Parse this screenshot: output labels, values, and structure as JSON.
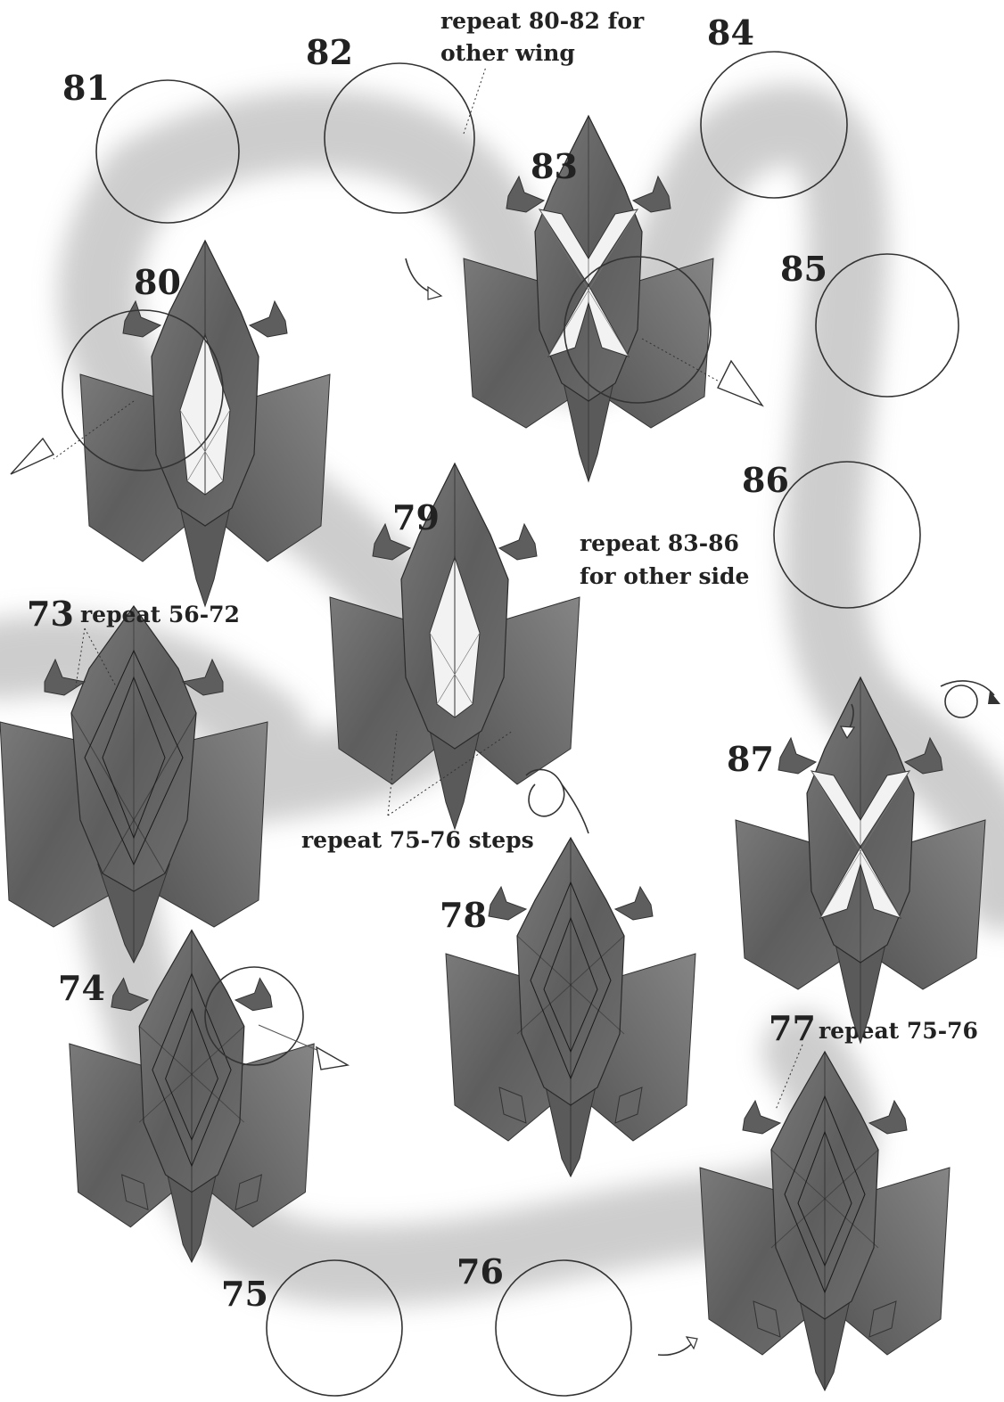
{
  "steps": {
    "s73": "73",
    "s74": "74",
    "s75": "75",
    "s76": "76",
    "s77": "77",
    "s78": "78",
    "s79": "79",
    "s80": "80",
    "s81": "81",
    "s82": "82",
    "s83": "83",
    "s84": "84",
    "s85": "85",
    "s86": "86",
    "s87": "87"
  },
  "instructions": {
    "repeat_56_72": "repeat 56-72",
    "repeat_75_76_steps": "repeat 75-76 steps",
    "repeat_75_76": "repeat 75-76",
    "repeat_80_82_line1": "repeat  80-82 for",
    "repeat_80_82_line2": "other wing",
    "repeat_83_86_line1": "repeat  83-86",
    "repeat_83_86_line2": "for other side"
  },
  "colors": {
    "paper": "#6d6d6d",
    "paper_dark": "#4a4a4a",
    "paper_light": "#8a8a8a",
    "inner_white": "#f4f4f4",
    "path_band": "#d4d4d4",
    "text": "#222222"
  }
}
